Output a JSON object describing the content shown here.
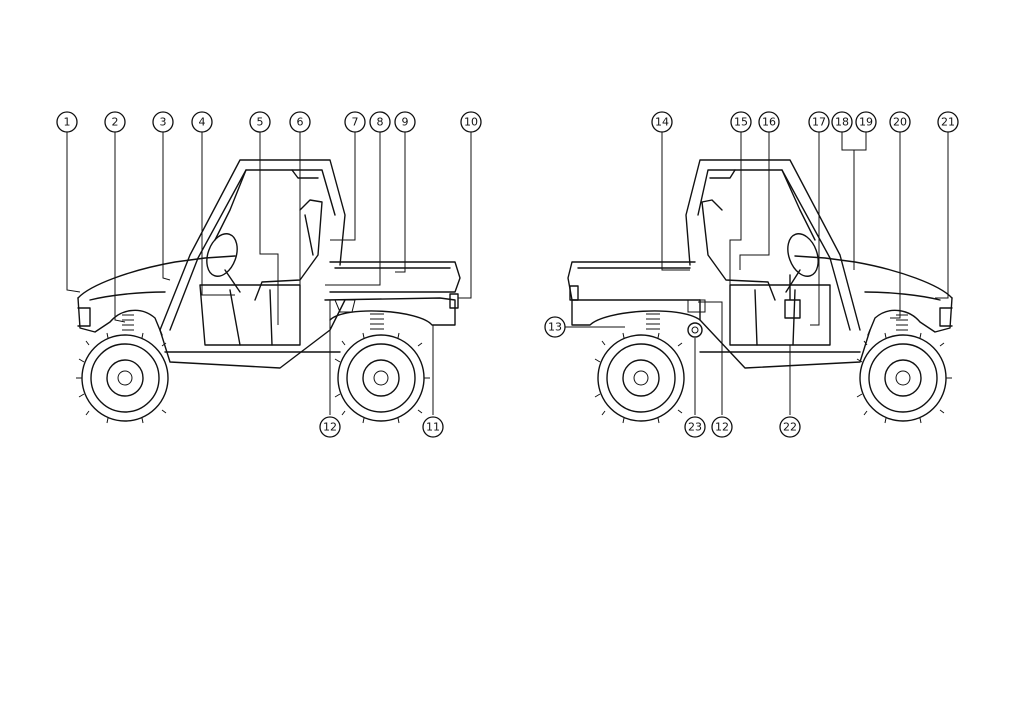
{
  "figure": {
    "left_view": {
      "callouts": [
        "1",
        "2",
        "3",
        "4",
        "5",
        "6",
        "7",
        "8",
        "9",
        "10",
        "11",
        "12"
      ]
    },
    "right_view": {
      "callouts": [
        "14",
        "15",
        "16",
        "17",
        "18",
        "19",
        "20",
        "21",
        "13",
        "23",
        "12",
        "22"
      ]
    }
  }
}
